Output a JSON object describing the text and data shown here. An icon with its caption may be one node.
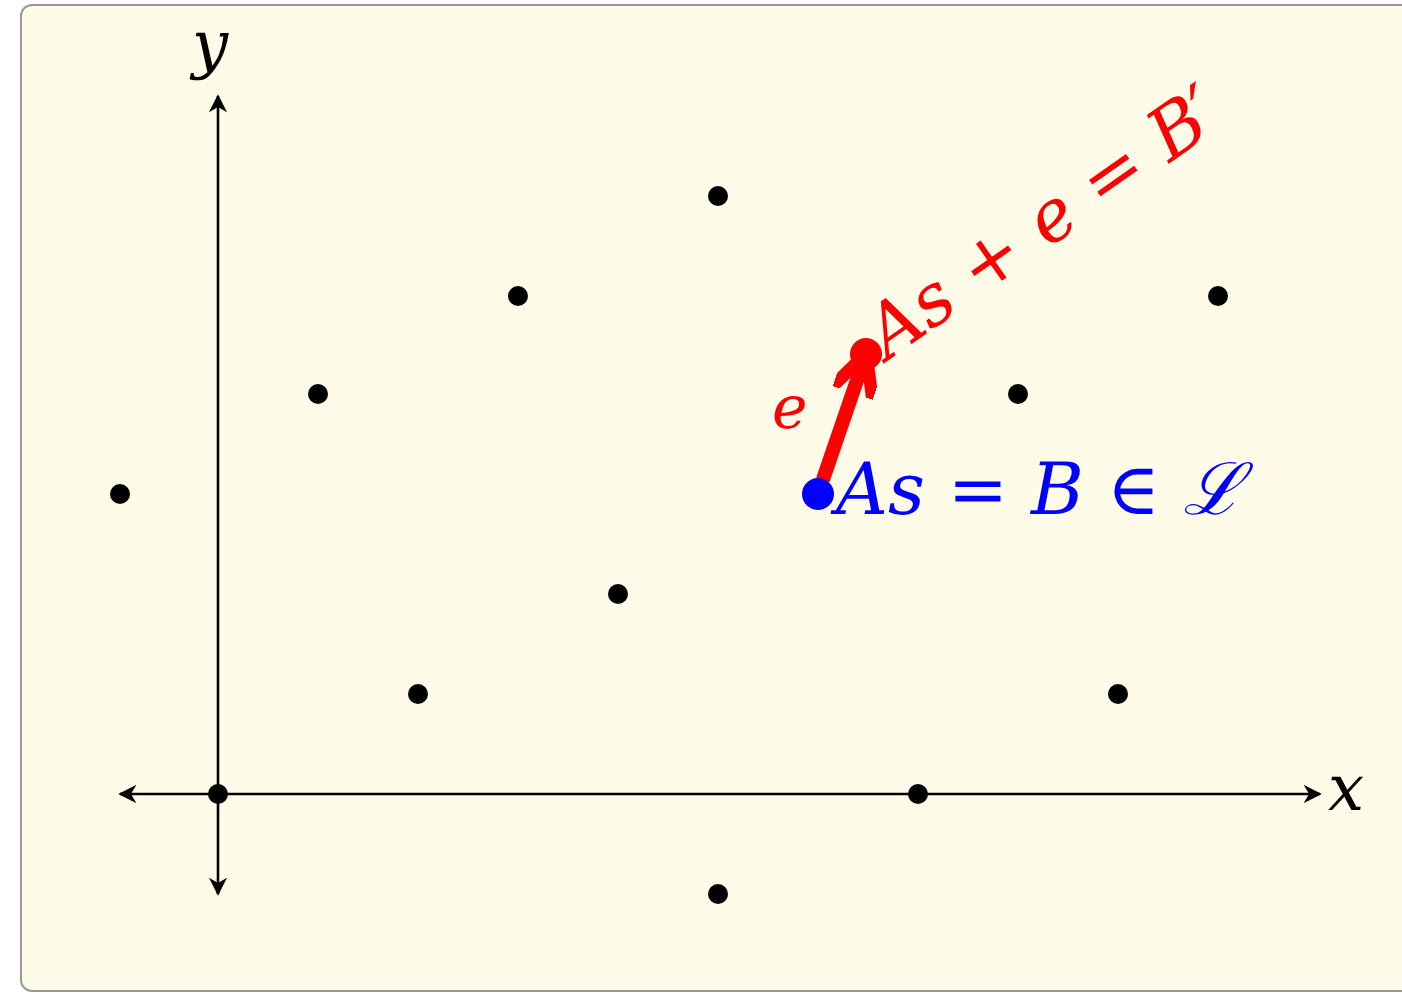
{
  "diagram": {
    "nodes": [
      {
        "text": [],
        "shape": "circle",
        "beside": [
          "As = B ∈ ℒ"
        ]
      },
      {
        "text": [],
        "shape": "circle",
        "beside": [
          "As + e = B′"
        ]
      }
    ],
    "edges": [
      {
        "from": 0,
        "to": 1,
        "arrow": "to",
        "label": "e",
        "color": "#ff0000"
      }
    ],
    "labels": [
      "y",
      "x"
    ]
  }
}
